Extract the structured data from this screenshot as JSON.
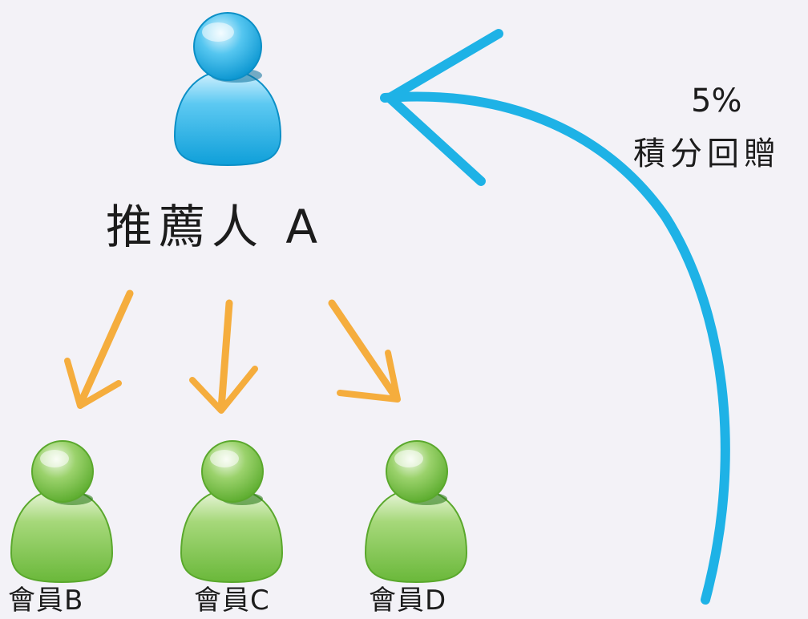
{
  "referrer": {
    "label": "推薦人 A",
    "color": "#17aee6"
  },
  "reward": {
    "percent": "5%",
    "text": "積分回贈",
    "arrow_color": "#1eb2e6"
  },
  "members": [
    {
      "label": "會員B",
      "color": "#7cc443"
    },
    {
      "label": "會員C",
      "color": "#7cc443"
    },
    {
      "label": "會員D",
      "color": "#7cc443"
    }
  ],
  "down_arrow_color": "#f5ad3d"
}
